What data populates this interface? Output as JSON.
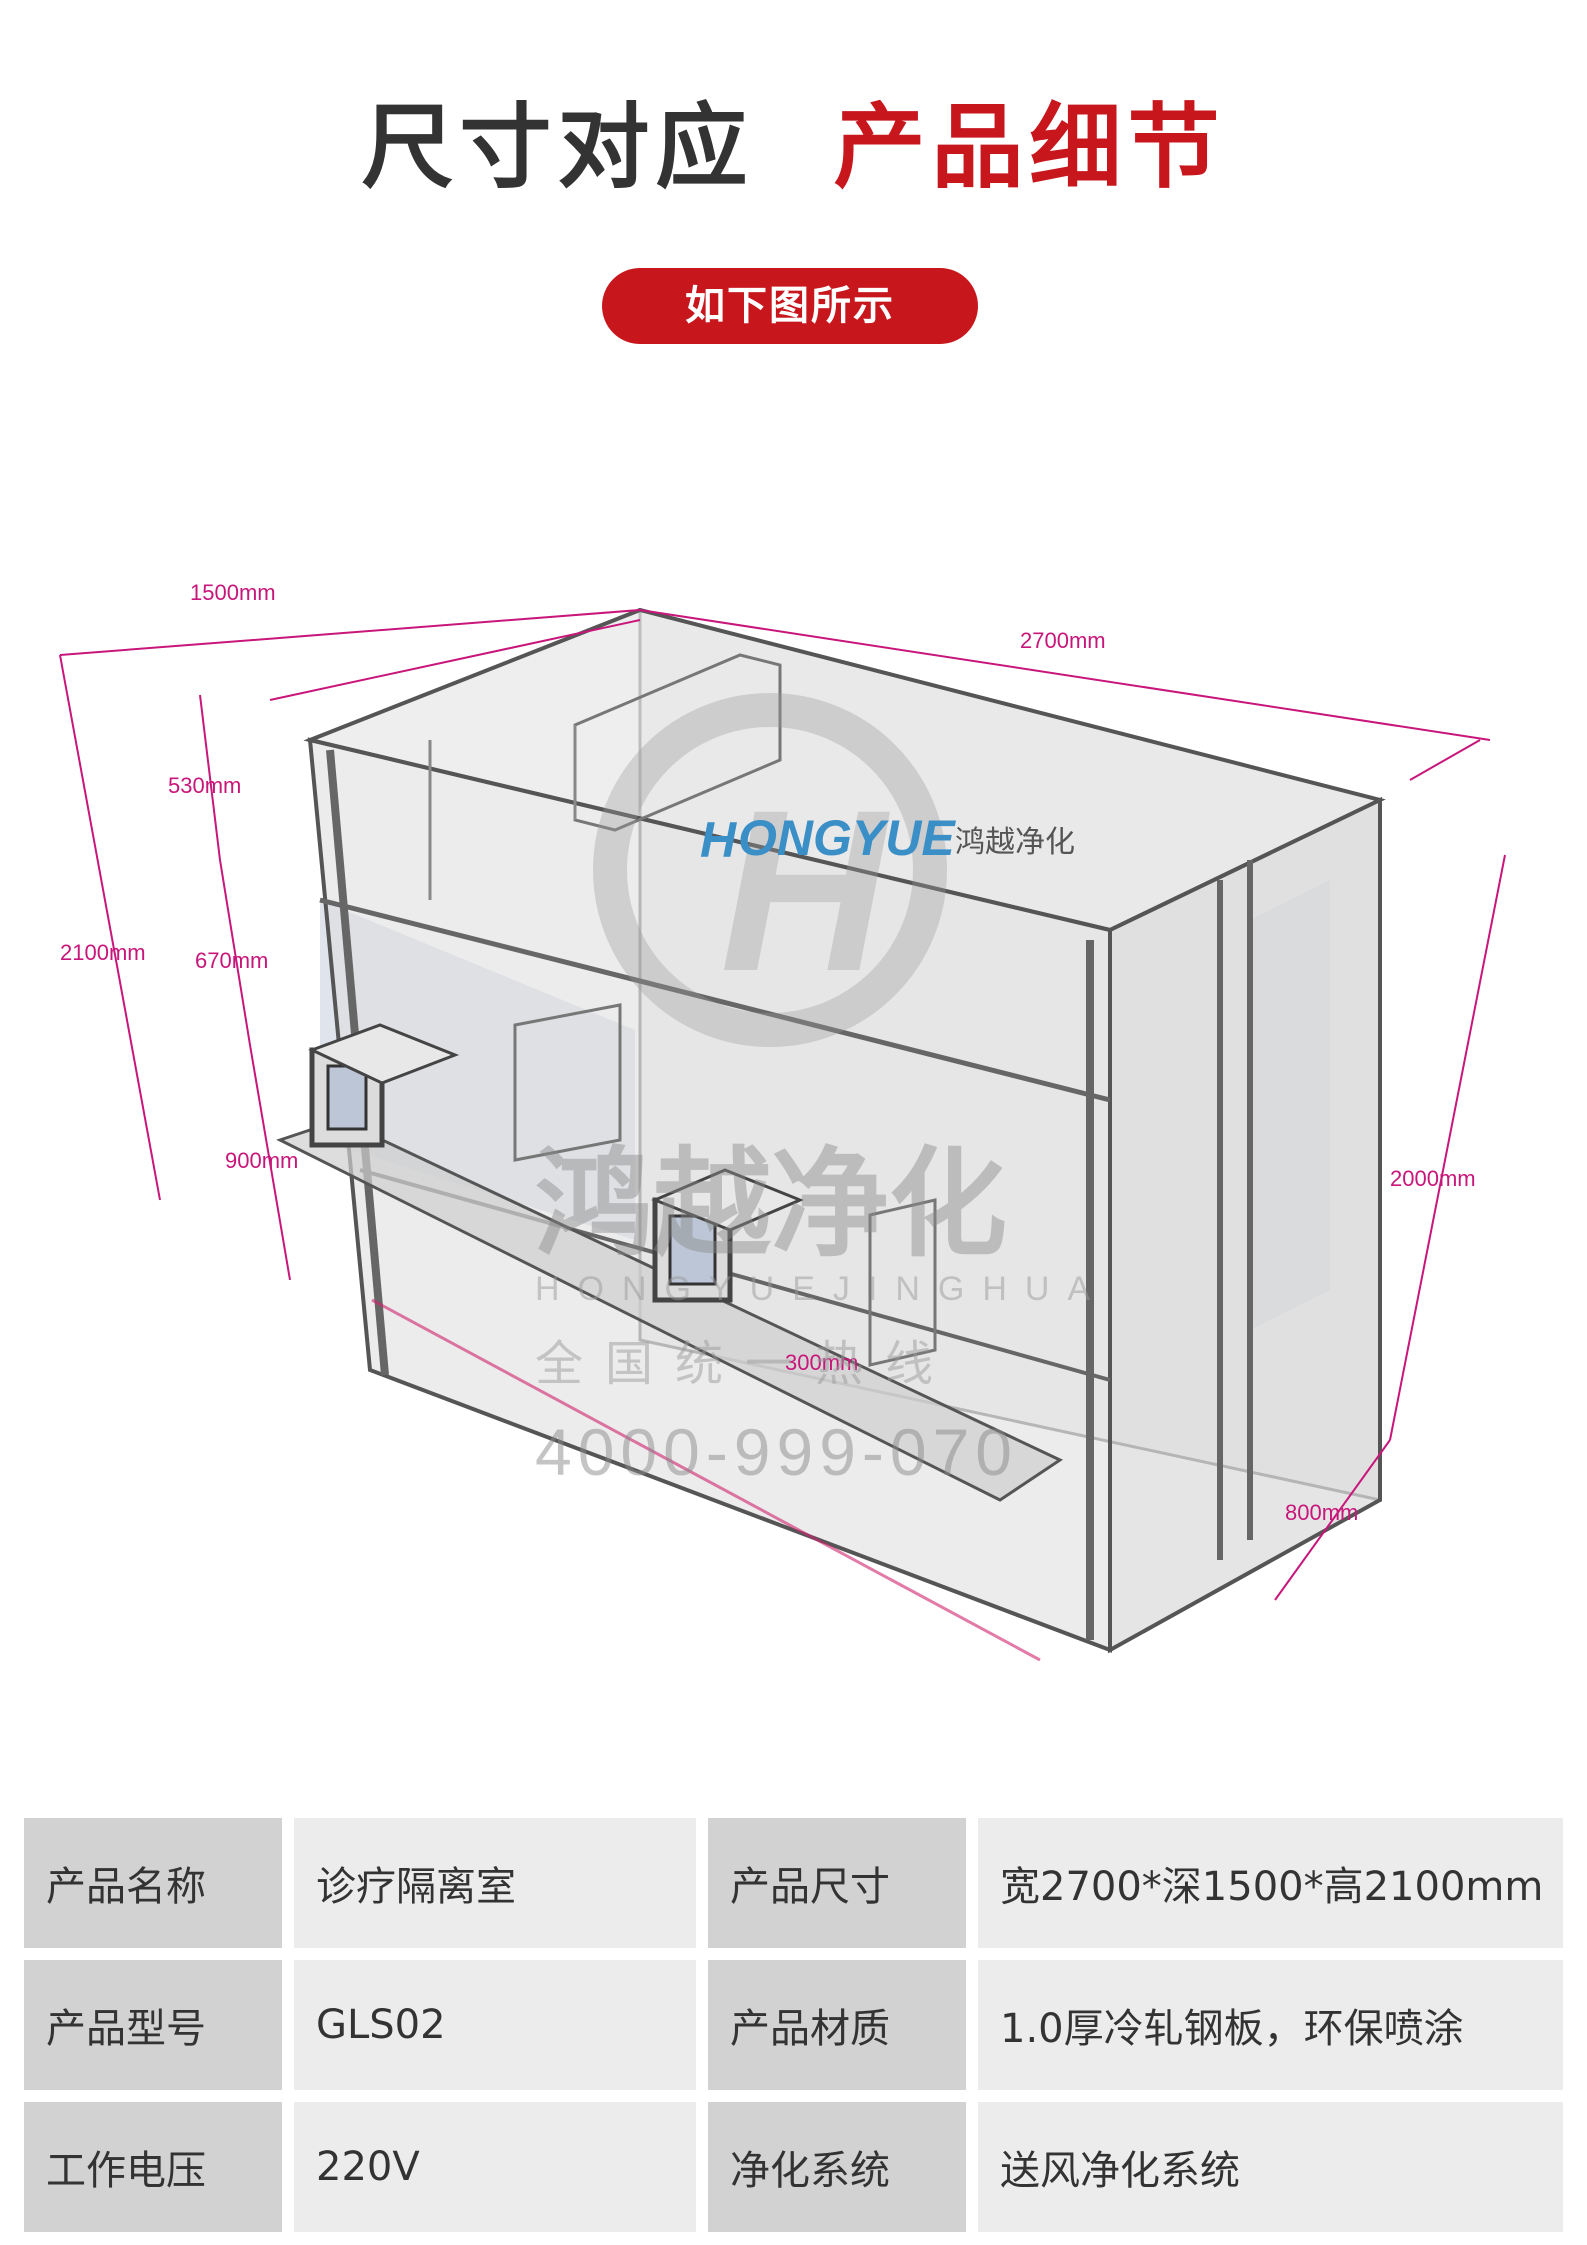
{
  "header": {
    "title_left": "尺寸对应",
    "title_right": "产品细节",
    "badge": "如下图所示"
  },
  "diagram": {
    "dimensions": [
      "1500mm",
      "2700mm",
      "2100mm",
      "530mm",
      "670mm",
      "900mm",
      "2000mm",
      "800mm",
      "300mm"
    ],
    "logo": {
      "en": "ONGYUE",
      "cn": "鸿越净化"
    },
    "watermark": {
      "big": "鸿越净化",
      "pinyin": "HONGYUEJINGHUA",
      "hotline_label": "全国统一热线",
      "phone": "4000-999-070"
    },
    "colors": {
      "dimension": "#c8167a",
      "frame": "#555555",
      "glass": "#b8c4d8"
    }
  },
  "specs": [
    [
      {
        "label": "产品名称",
        "value": "诊疗隔离室"
      },
      {
        "label": "产品尺寸",
        "value": "宽2700*深1500*高2100mm"
      }
    ],
    [
      {
        "label": "产品型号",
        "value": "GLS02"
      },
      {
        "label": "产品材质",
        "value": "1.0厚冷轧钢板，环保喷涂"
      }
    ],
    [
      {
        "label": "工作电压",
        "value": "220V"
      },
      {
        "label": "净化系统",
        "value": "送风净化系统"
      }
    ]
  ]
}
